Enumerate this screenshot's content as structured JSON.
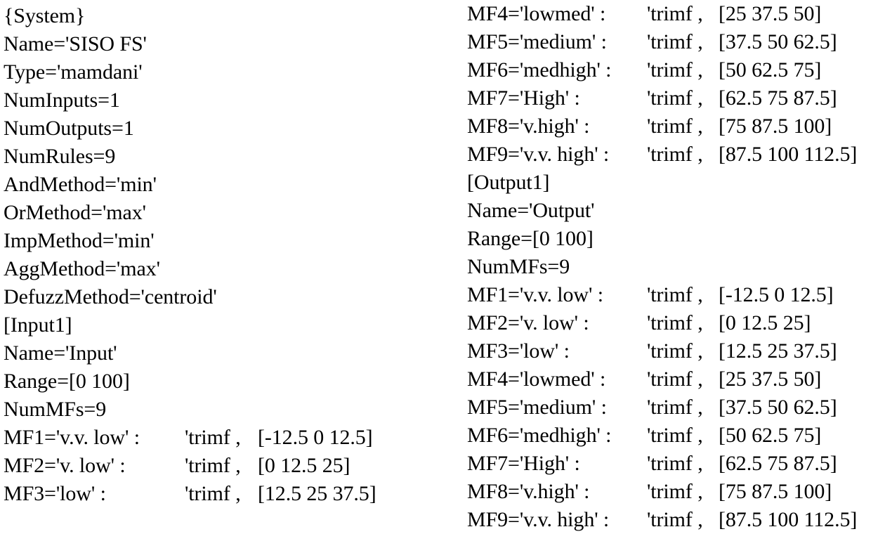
{
  "document": {
    "kind": "fis-text-listing",
    "background_color": "#ffffff",
    "text_color": "#000000"
  },
  "left_column": {
    "lines": [
      {
        "kind": "header",
        "text": "{System}"
      },
      {
        "kind": "assignment",
        "text": "Name='SISO FS'"
      },
      {
        "kind": "assignment",
        "text": "Type='mamdani'"
      },
      {
        "kind": "assignment",
        "text": "NumInputs=1"
      },
      {
        "kind": "assignment",
        "text": "NumOutputs=1"
      },
      {
        "kind": "assignment",
        "text": "NumRules=9"
      },
      {
        "kind": "assignment",
        "text": "AndMethod='min'"
      },
      {
        "kind": "assignment",
        "text": "OrMethod='max'"
      },
      {
        "kind": "assignment",
        "text": "ImpMethod='min'"
      },
      {
        "kind": "assignment",
        "text": "AggMethod='max'"
      },
      {
        "kind": "assignment",
        "text": "DefuzzMethod='centroid'"
      },
      {
        "kind": "header",
        "text": "[Input1]"
      },
      {
        "kind": "assignment",
        "text": "Name='Input'"
      },
      {
        "kind": "assignment",
        "text": "Range=[0 100]"
      },
      {
        "kind": "assignment",
        "text": "NumMFs=9"
      },
      {
        "kind": "mf",
        "label": "MF1='v.v. low' :",
        "type": "'trimf ,",
        "params": "[-12.5  0  12.5]"
      },
      {
        "kind": "mf",
        "label": "MF2='v. low' :",
        "type": "'trimf ,",
        "params": "[0  12.5  25]"
      },
      {
        "kind": "mf",
        "label": "MF3='low' :",
        "type": "'trimf ,",
        "params": "[12.5  25  37.5]"
      }
    ]
  },
  "right_column": {
    "lines": [
      {
        "kind": "mf",
        "label": "MF4='lowmed' :",
        "type": "'trimf ,",
        "params": "[25  37.5  50]"
      },
      {
        "kind": "mf",
        "label": "MF5='medium' :",
        "type": "'trimf ,",
        "params": "[37.5  50  62.5]"
      },
      {
        "kind": "mf",
        "label": "MF6='medhigh' :",
        "type": "'trimf ,",
        "params": "[50  62.5  75]"
      },
      {
        "kind": "mf",
        "label": "MF7='High' :",
        "type": "'trimf ,",
        "params": "[62.5  75  87.5]"
      },
      {
        "kind": "mf",
        "label": "MF8='v.high' :",
        "type": "'trimf ,",
        "params": "[75  87.5  100]"
      },
      {
        "kind": "mf",
        "label": "MF9='v.v. high' :",
        "type": "'trimf ,",
        "params": "[87.5  100  112.5]"
      },
      {
        "kind": "header",
        "text": "[Output1]"
      },
      {
        "kind": "assignment",
        "text": "Name='Output'"
      },
      {
        "kind": "assignment",
        "text": "Range=[0 100]"
      },
      {
        "kind": "assignment",
        "text": "NumMFs=9"
      },
      {
        "kind": "mf",
        "label": "MF1='v.v. low' :",
        "type": "'trimf ,",
        "params": "[-12.5  0  12.5]"
      },
      {
        "kind": "mf",
        "label": "MF2='v. low' :",
        "type": "'trimf ,",
        "params": "[0  12.5  25]"
      },
      {
        "kind": "mf",
        "label": "MF3='low' :",
        "type": "'trimf ,",
        "params": "[12.5  25  37.5]"
      },
      {
        "kind": "mf",
        "label": "MF4='lowmed' :",
        "type": "'trimf ,",
        "params": "[25  37.5  50]"
      },
      {
        "kind": "mf",
        "label": "MF5='medium' :",
        "type": "'trimf ,",
        "params": "[37.5  50  62.5]"
      },
      {
        "kind": "mf",
        "label": "MF6='medhigh' :",
        "type": "'trimf ,",
        "params": "[50  62.5  75]"
      },
      {
        "kind": "mf",
        "label": "MF7='High' :",
        "type": "'trimf ,",
        "params": "[62.5  75  87.5]"
      },
      {
        "kind": "mf",
        "label": "MF8='v.high' :",
        "type": "'trimf ,",
        "params": "[75  87.5  100]"
      },
      {
        "kind": "mf",
        "label": "MF9='v.v. high' :",
        "type": "'trimf ,",
        "params": "[87.5  100  112.5]"
      }
    ]
  }
}
